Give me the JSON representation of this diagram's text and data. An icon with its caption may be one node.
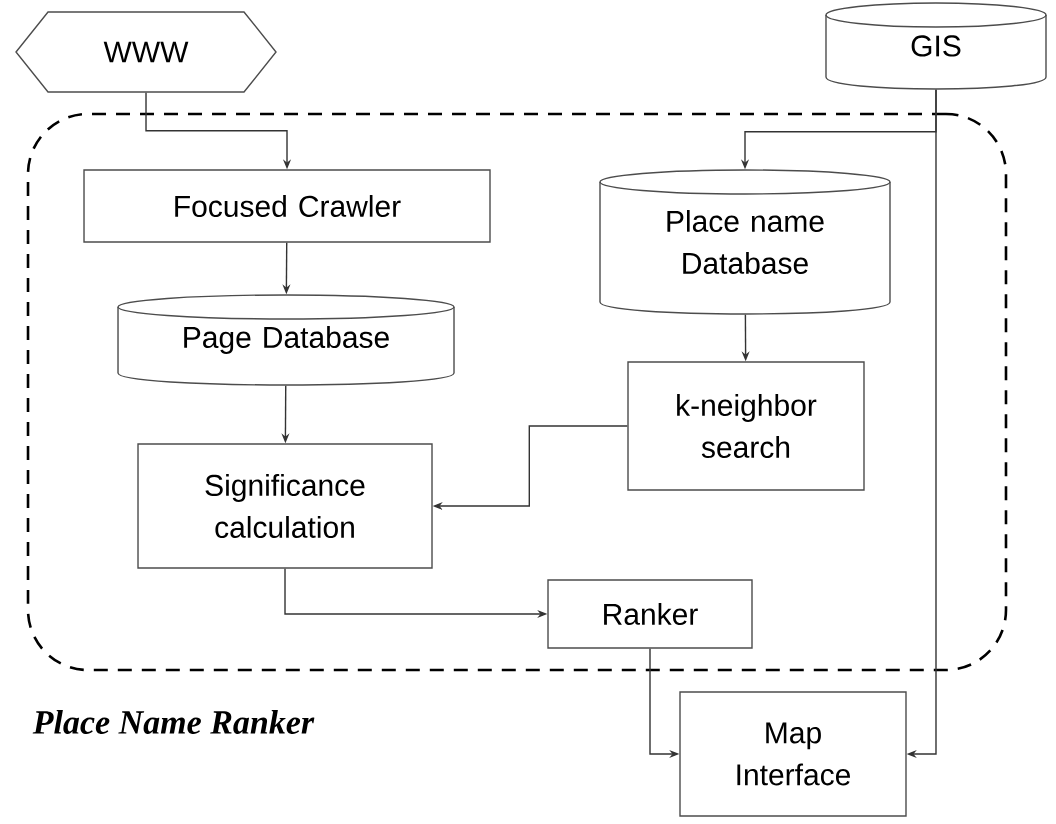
{
  "diagram": {
    "nodes": [
      {
        "text": [
          "WWW"
        ]
      },
      {
        "text": [
          "GIS"
        ]
      },
      {
        "text": [
          "Place Name Ranker"
        ]
      },
      {
        "text": [
          "Focused Crawler"
        ],
        "in": 2
      },
      {
        "text": [
          "Place name Database"
        ],
        "in": 2
      },
      {
        "text": [
          "Page Database"
        ],
        "in": 2
      },
      {
        "text": [
          "k-neighbor search"
        ],
        "in": 2
      },
      {
        "text": [
          "Significance calculation"
        ],
        "in": 2
      },
      {
        "text": [
          "Ranker"
        ],
        "in": 2
      },
      {
        "text": [
          "Map Interface"
        ]
      }
    ],
    "edges": [
      {
        "from": 0,
        "to": 3,
        "arrow": "to"
      },
      {
        "from": 1,
        "to": 4,
        "arrow": "to"
      },
      {
        "from": 1,
        "to": 9,
        "arrow": "to"
      },
      {
        "from": 3,
        "to": 5,
        "arrow": "to"
      },
      {
        "from": 4,
        "to": 6,
        "arrow": "to"
      },
      {
        "from": 5,
        "to": 7,
        "arrow": "to"
      },
      {
        "from": 6,
        "to": 7,
        "arrow": "to"
      },
      {
        "from": 7,
        "to": 8,
        "arrow": "to"
      },
      {
        "from": 8,
        "to": 9,
        "arrow": "to"
      }
    ]
  }
}
